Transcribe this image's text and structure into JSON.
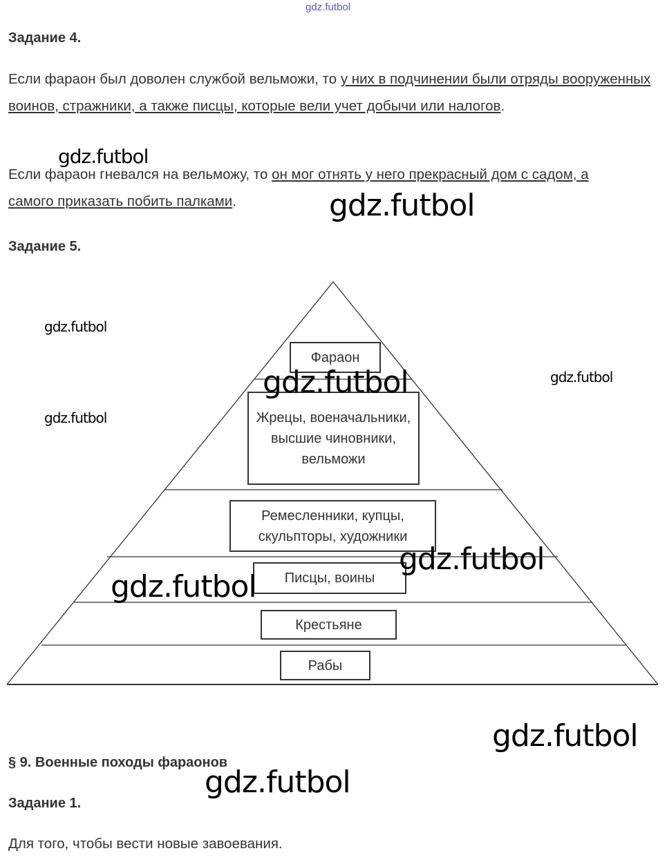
{
  "top_watermark": "gdz.futbol",
  "task4": {
    "title": "Задание 4.",
    "p1_plain": "Если фараон был доволен службой вельможи, то ",
    "p1_underlined": "у них в подчинении были отряды вооруженных воинов, стражники, а также писцы, которые вели учет добычи или налогов",
    "p1_end": ".",
    "p2_plain": "Если фараон гневался на вельможу, то ",
    "p2_underlined": "он мог отнять у него прекрасный дом с садом, а самого приказать побить палками",
    "p2_end": "."
  },
  "task5": {
    "title": "Задание 5.",
    "pyramid": [
      "Фараон",
      "Жрецы, военачальники, высшие чиновники, вельможи",
      "Ремесленники, купцы, скульпторы, художники",
      "Писцы, воины",
      "Крестьяне",
      "Рабы"
    ]
  },
  "section": {
    "title": "§ 9. Военные походы фараонов",
    "task1_title": "Задание 1.",
    "task1_answer": "Для того, чтобы вести новые завоевания."
  },
  "watermark": "gdz.futbol"
}
